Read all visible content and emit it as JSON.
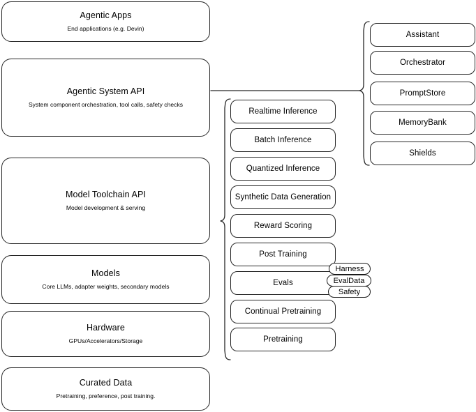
{
  "diagram": {
    "title": "AI stack layer architecture diagram",
    "accent_color": "#262626",
    "background_color": "#ffffff"
  },
  "stack_layers": [
    {
      "id": "agentic-apps",
      "title": "Agentic Apps",
      "subtitle": "End applications (e.g. Devin)"
    },
    {
      "id": "agentic-system-api",
      "title": "Agentic System API",
      "subtitle": "System component orchestration, tool calls, safety checks"
    },
    {
      "id": "model-toolchain-api",
      "title": "Model Toolchain API",
      "subtitle": "Model development & serving"
    },
    {
      "id": "models",
      "title": "Models",
      "subtitle": "Core LLMs, adapter weights, secondary models"
    },
    {
      "id": "hardware",
      "title": "Hardware",
      "subtitle": "GPUs/Accelerators/Storage"
    },
    {
      "id": "curated-data",
      "title": "Curated Data",
      "subtitle": "Pretraining, preference, post training."
    }
  ],
  "agentic_components": [
    {
      "id": "assistant",
      "label": "Assistant"
    },
    {
      "id": "orchestrator",
      "label": "Orchestrator"
    },
    {
      "id": "promptstore",
      "label": "PromptStore"
    },
    {
      "id": "memorybank",
      "label": "MemoryBank"
    },
    {
      "id": "shields",
      "label": "Shields"
    }
  ],
  "toolchain_components": [
    {
      "id": "realtime-inference",
      "label": "Realtime Inference"
    },
    {
      "id": "batch-inference",
      "label": "Batch Inference"
    },
    {
      "id": "quantized-inference",
      "label": "Quantized Inference"
    },
    {
      "id": "synthetic-data-generation",
      "label": "Synthetic Data Generation"
    },
    {
      "id": "reward-scoring",
      "label": "Reward Scoring"
    },
    {
      "id": "post-training",
      "label": "Post Training"
    },
    {
      "id": "evals",
      "label": "Evals"
    },
    {
      "id": "continual-pretraining",
      "label": "Continual Pretraining"
    },
    {
      "id": "pretraining",
      "label": "Pretraining"
    }
  ],
  "eval_pills": [
    {
      "id": "harness",
      "label": "Harness"
    },
    {
      "id": "evaldata",
      "label": "EvalData"
    },
    {
      "id": "safety",
      "label": "Safety"
    }
  ]
}
